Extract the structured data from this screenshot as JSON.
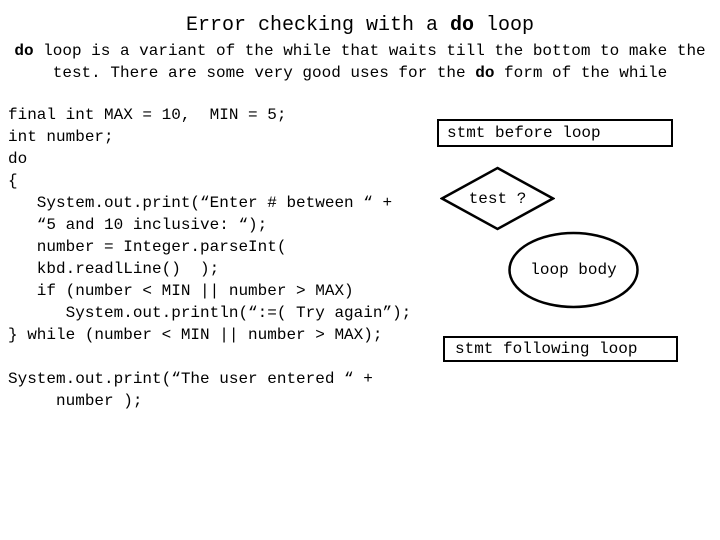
{
  "title": {
    "pre": "Error checking with a ",
    "bold": "do",
    "post": " loop"
  },
  "intro": {
    "line1_bold": "do",
    "line1_rest": " loop is a variant of the while that waits till the bottom to make the",
    "line2_pre": "test. There are some very good uses for the ",
    "line2_bold": "do",
    "line2_post": " form of the while"
  },
  "code": {
    "lines": [
      "final int MAX = 10,  MIN = 5;",
      "int number;",
      "do",
      "{",
      "   System.out.print(“Enter # between “ +",
      "   “5 and 10 inclusive: “);",
      "   number = Integer.parseInt(",
      "   kbd.readlLine()  );",
      "   if (number < MIN || number > MAX)",
      "      System.out.println(“:=( Try again”);",
      "} while (number < MIN || number > MAX);",
      "",
      "System.out.print(“The user entered “ +",
      "     number );"
    ]
  },
  "flowchart": {
    "stmt_before": "stmt before loop",
    "test": "test ?",
    "loop_body": "loop body",
    "stmt_following": "stmt following loop"
  },
  "colors": {
    "foreground": "#000000",
    "background": "#ffffff"
  }
}
